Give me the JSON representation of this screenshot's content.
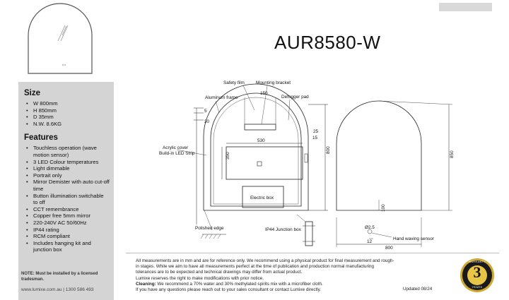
{
  "header": {
    "model": "AUR8580-W"
  },
  "size": {
    "heading": "Size",
    "items": [
      "W 800mm",
      "H 850mm",
      "D 35mm",
      "N.W. 8.6KG"
    ]
  },
  "features": {
    "heading": "Features",
    "items": [
      "Touchless operation (wave motion sensor)",
      "3 LED Colour temperatures",
      "Light dimmable",
      "Portrait only",
      "Mirror Demister with auto cut-off time",
      "Button illumination switchable to off",
      "CCT remembrance",
      "Copper free 5mm mirror",
      "220-240V AC 50/60Hz",
      "IP44 rating",
      "RCM compliant",
      "Includes hanging kit and junction box"
    ]
  },
  "sidebar_footer": {
    "note": "NOTE: Must be installed by a licensed tradesman.",
    "contact": "www.lumixe.com.au  |  1300 586 493"
  },
  "drawing_labels": {
    "safety_film": "Safety film",
    "mounting_bracket": "Mounting bracket",
    "aluminum_frame": "Aluminum frame",
    "defogger_pad": "Defogger pad",
    "acrylic_cover": "Acrylic cover",
    "led_strip": "Build-in LED Strip",
    "electric_box": "Electric box",
    "polished_edge": "Polished edge",
    "junction_box": "IP44 Junction box",
    "hand_sensor": "Hand waving sensor"
  },
  "dimensions": {
    "d5": "5",
    "d30": "30",
    "d150": "150",
    "d530": "530",
    "d25": "25",
    "d15": "15",
    "d350": "350",
    "d800_side": "800",
    "d850": "850",
    "d100": "100",
    "d25_dia": "Ø2.5",
    "d12": "12",
    "d800_bottom": "800"
  },
  "footer": {
    "line1": "All measurements are in mm and are for reference only.  We recommend using a physical product for final measurement and rough-",
    "line2": "in stages.   While we aim to have all measurements perfect at the time of publication and production normal manufacturing",
    "line3": "tolerances are to be expected and technical drawings may differ from actual product.",
    "line4": "Lumixe reserves the right to make modifications with prior notice.",
    "cleaning_label": "Cleaning:",
    "cleaning_text": " We recommend a 70% water and 30% methylated spirits mix with a microfiber cloth.",
    "line6": "If you have any questions please reach out to your sales consultant or contact Lumixe directly.",
    "updated": "Updated 08/24"
  },
  "warranty": {
    "top": "WARRANTY",
    "number": "3",
    "bottom": "YEARS"
  },
  "colors": {
    "sidebar_bg": "#d4d4d4",
    "badge_gold": "#c9a227"
  },
  "icons": [
    "mirror-thumbnail-icon",
    "warranty-badge-icon"
  ]
}
